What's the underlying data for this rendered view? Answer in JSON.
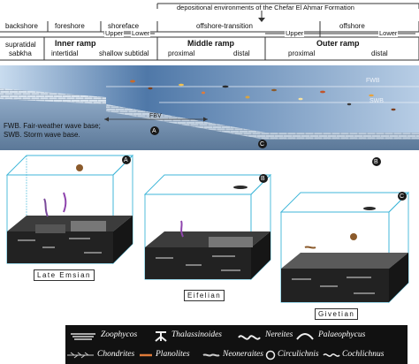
{
  "header": {
    "formation": "depositional environments of the Chefar  El Ahmar Formation",
    "zones": {
      "backshore": "backshore",
      "foreshore": "foreshore",
      "shoreface": "shoreface",
      "offshore_transition": "offshore-transition",
      "offshore": "offshore",
      "upper1": "Upper",
      "lower1": "Lower",
      "upper2": "Upper",
      "lower2": "Lower"
    },
    "ramps": {
      "supratidal": "supratidal",
      "sabkha": "sabkha",
      "inner_ramp": "Inner ramp",
      "intertidal": "intertidal",
      "shallow_subtidal": "shallow subtidal",
      "middle_ramp": "Middle ramp",
      "proximal1": "proximal",
      "distal1": "distal",
      "outer_ramp": "Outer ramp",
      "proximal2": "proximal",
      "distal2": "distal"
    }
  },
  "profile": {
    "fwb": "FWB",
    "swb": "SWB",
    "fbv": "FBV",
    "note1": "FWB. Fair-weather wave base;",
    "note2": "SWB. Storm wave base.",
    "marker_a": "A",
    "marker_b": "B",
    "marker_c": "C"
  },
  "blocks": [
    {
      "marker": "A",
      "caption": "Late Emsian"
    },
    {
      "marker": "B",
      "caption": "Eifelian"
    },
    {
      "marker": "C",
      "caption": "Givetian"
    }
  ],
  "legend": {
    "row1": [
      "Zoophycos",
      "Thalassinoides",
      "Nereites",
      "Palaeophycus"
    ],
    "row2": [
      "Chondrites",
      "Planolites",
      "Neoneraites",
      "Circulichnis",
      "Cochlichnus"
    ]
  },
  "colors": {
    "sea_dark": "#1f3a5f",
    "sea_light": "#b9d2ea",
    "block_edge": "#3fb6d8",
    "sediment": "#2a2a2a"
  }
}
